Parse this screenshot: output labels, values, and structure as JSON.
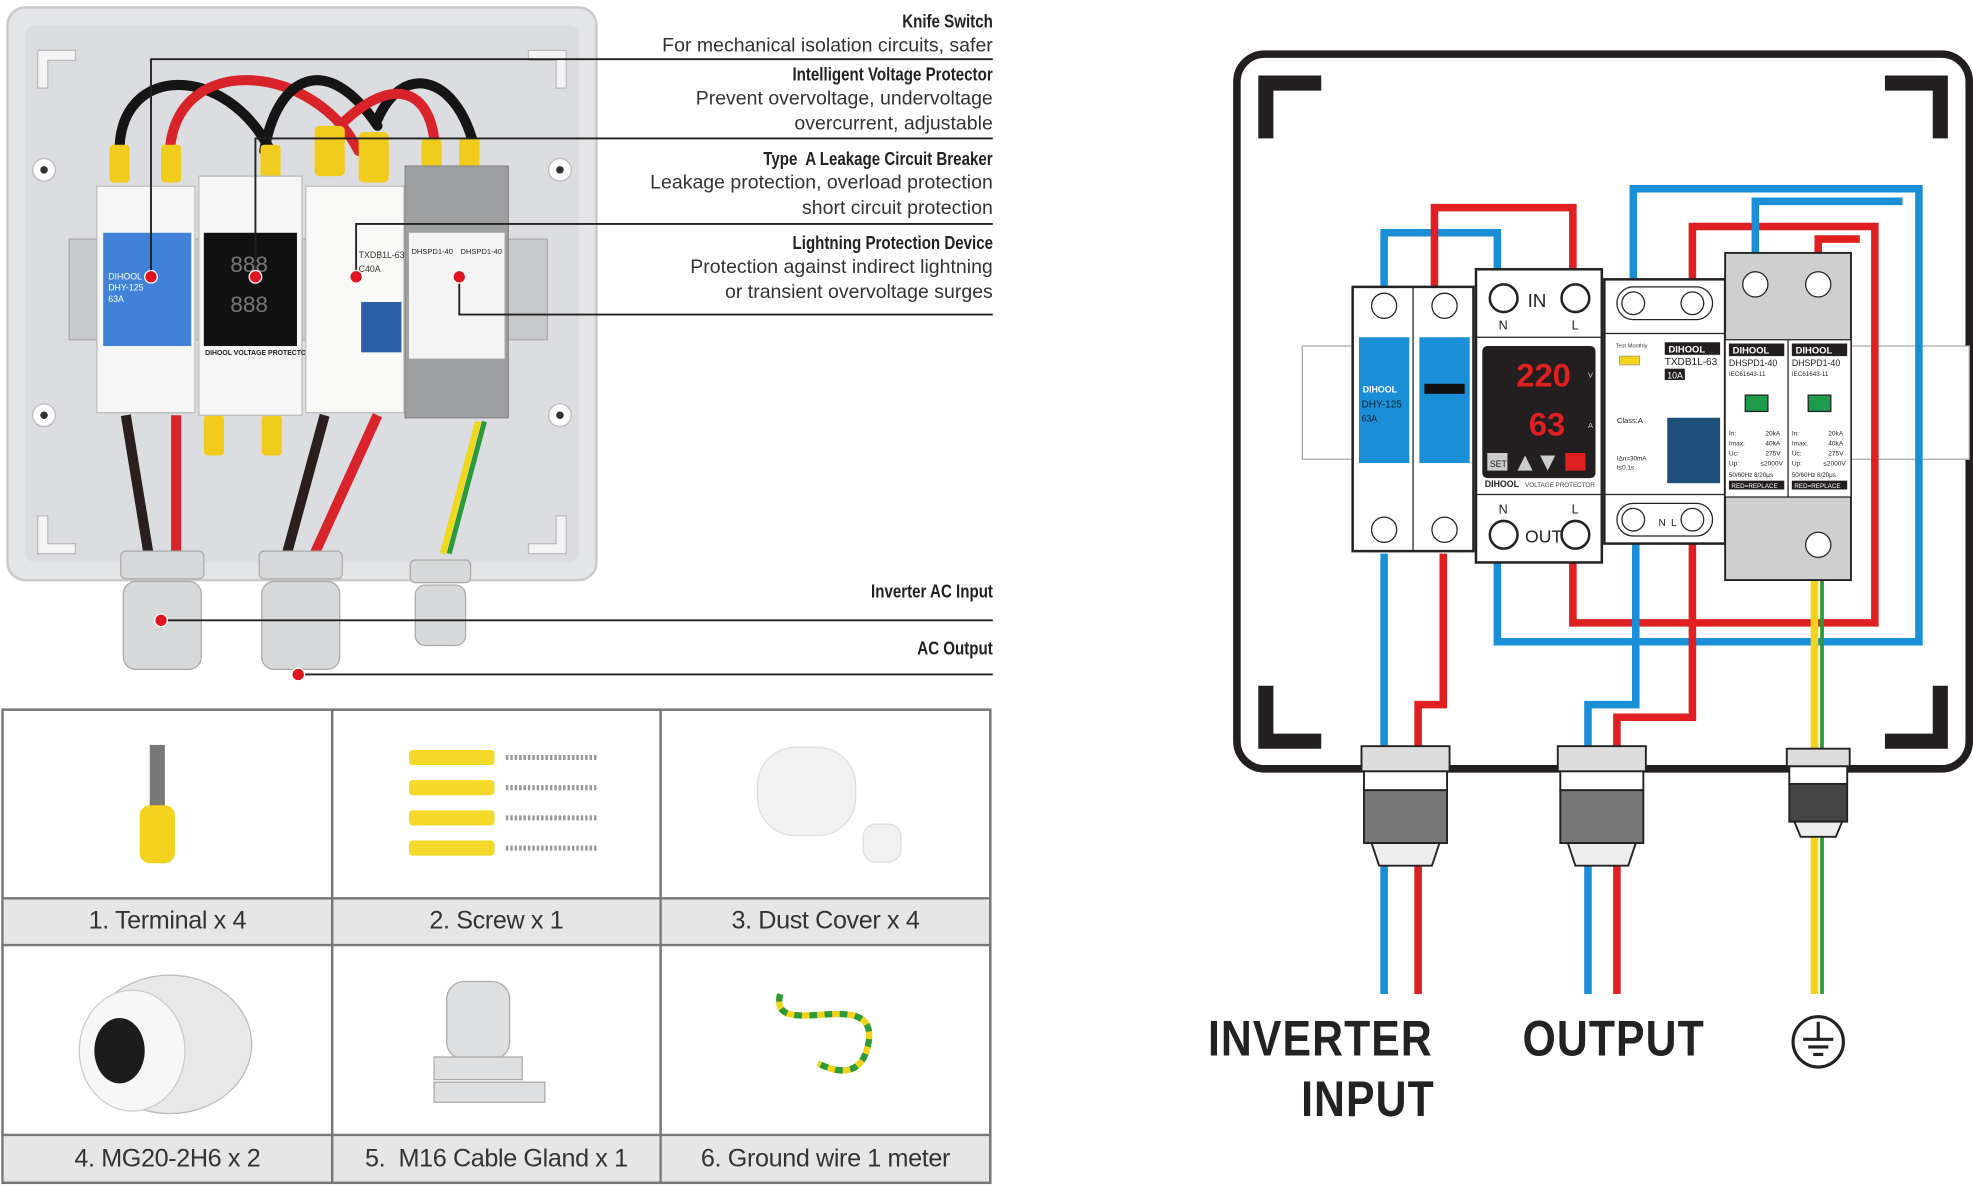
{
  "callouts": [
    {
      "title": "Knife Switch",
      "desc": [
        "For mechanical isolation circuits, safer"
      ]
    },
    {
      "title": "Intelligent Voltage Protector",
      "desc": [
        "Prevent overvoltage, undervoltage",
        "overcurrent, adjustable"
      ]
    },
    {
      "title": "Type  A Leakage Circuit Breaker",
      "desc": [
        "Leakage protection, overload protection",
        "short circuit protection"
      ]
    },
    {
      "title": "Lightning Protection Device",
      "desc": [
        "Protection against indirect lightning",
        "or transient overvoltage surges"
      ]
    }
  ],
  "ports": {
    "inverter_ac_input": "Inverter AC Input",
    "ac_output": "AC Output"
  },
  "accessories": [
    {
      "label": "1. Terminal x 4",
      "icon": "terminal-icon"
    },
    {
      "label": "2. Screw x 1",
      "icon": "screw-anchor-icon"
    },
    {
      "label": "3. Dust Cover x 4",
      "icon": "dust-cover-icon"
    },
    {
      "label": "4. MG20-2H6 x 2",
      "icon": "cable-gland-2hole-icon"
    },
    {
      "label": "5.  M16 Cable Gland x 1",
      "icon": "cable-gland-icon"
    },
    {
      "label": "6. Ground wire 1 meter",
      "icon": "ground-wire-icon"
    }
  ],
  "photo_devices": {
    "brand": "DIHOOL",
    "knife_model": "DHY-125",
    "knife_rating": "63A",
    "vp_display_top": "888",
    "vp_display_bottom": "888",
    "vp_footer": "DIHOOL VOLTAGE PROTECTOR",
    "rcbo_model": "TXDB1L-63",
    "rcbo_rating": "C40A",
    "spd_model": "DHSPD1-40"
  },
  "diagram": {
    "in_label": "IN",
    "out_label": "OUT",
    "n": "N",
    "l": "L",
    "brand": "DIHOOL",
    "knife_model": "DHY-125",
    "knife_rating": "63A",
    "vp_voltage": "220",
    "vp_current": "63",
    "vp_unit_v": "V",
    "vp_unit_a": "A",
    "vp_set": "SET",
    "vp_footer_brand": "DIHOOL",
    "vp_footer": "VOLTAGE PROTECTOR",
    "rcbo_test": "Test Monthly",
    "rcbo_model": "TXDB1L-63",
    "rcbo_rating": "10A",
    "rcbo_class": "Class:A",
    "rcbo_idn": "IΔn=30mA",
    "rcbo_t": "t≤0.1s",
    "spd_model": "DHSPD1-40",
    "spd_std": "IEC61643-11",
    "spd_specs": [
      [
        "In:",
        "20kA"
      ],
      [
        "Imax:",
        "40kA"
      ],
      [
        "Uc:",
        "275V"
      ],
      [
        "Up:",
        "≤2000V"
      ]
    ],
    "spd_wave": "50/60Hz 8/20μs",
    "spd_replace": "RED=REPLACE",
    "labels": {
      "inverter": "INVERTER",
      "input": "INPUT",
      "output": "OUTPUT"
    },
    "ground_icon": "ground-symbol-icon"
  },
  "colors": {
    "live": "#e02020",
    "neutral": "#1a8fd8",
    "earth_yellow": "#f2d51a",
    "earth_green": "#2a9a3a",
    "callout_dot": "#e0141e",
    "knife_blue": "#2a8fe0",
    "spd_gray": "#cfcfcf"
  }
}
